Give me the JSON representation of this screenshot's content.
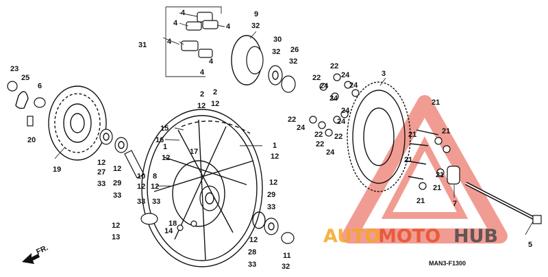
{
  "diagram_code": "MAN3-F1300",
  "direction_label": "FR.",
  "watermark": {
    "word1": "AUTO",
    "word2": "MOTO",
    "word3": "HUB",
    "color_primary": "#f5a623",
    "color_accent": "#e8502d",
    "color_dark": "#4a4a4a",
    "triangle_color": "#e74c3c"
  },
  "callouts": [
    {
      "id": "c23",
      "text": "23"
    },
    {
      "id": "c25",
      "text": "25"
    },
    {
      "id": "c6",
      "text": "6"
    },
    {
      "id": "c20",
      "text": "20"
    },
    {
      "id": "c19",
      "text": "19"
    },
    {
      "id": "c12a",
      "text": "12"
    },
    {
      "id": "c27",
      "text": "27"
    },
    {
      "id": "c33a",
      "text": "33"
    },
    {
      "id": "c12b",
      "text": "12"
    },
    {
      "id": "c29a",
      "text": "29"
    },
    {
      "id": "c33b",
      "text": "33"
    },
    {
      "id": "c10",
      "text": "10"
    },
    {
      "id": "c12c",
      "text": "12"
    },
    {
      "id": "c33c",
      "text": "33"
    },
    {
      "id": "c8",
      "text": "8"
    },
    {
      "id": "c12d",
      "text": "12"
    },
    {
      "id": "c33d",
      "text": "33"
    },
    {
      "id": "c12e",
      "text": "12"
    },
    {
      "id": "c13",
      "text": "13"
    },
    {
      "id": "c18",
      "text": "18"
    },
    {
      "id": "c14",
      "text": "14"
    },
    {
      "id": "c2a",
      "text": "2"
    },
    {
      "id": "c12f",
      "text": "12"
    },
    {
      "id": "c2b",
      "text": "2"
    },
    {
      "id": "c12g",
      "text": "12"
    },
    {
      "id": "c15",
      "text": "15"
    },
    {
      "id": "c16",
      "text": "16"
    },
    {
      "id": "c1a",
      "text": "1"
    },
    {
      "id": "c12h",
      "text": "12"
    },
    {
      "id": "c17",
      "text": "17"
    },
    {
      "id": "c1b",
      "text": "1"
    },
    {
      "id": "c12i",
      "text": "12"
    },
    {
      "id": "c12j",
      "text": "12"
    },
    {
      "id": "c29b",
      "text": "29"
    },
    {
      "id": "c33e",
      "text": "33"
    },
    {
      "id": "c12k",
      "text": "12"
    },
    {
      "id": "c28",
      "text": "28"
    },
    {
      "id": "c33f",
      "text": "33"
    },
    {
      "id": "c11",
      "text": "11"
    },
    {
      "id": "c32a",
      "text": "32"
    },
    {
      "id": "c31",
      "text": "31"
    },
    {
      "id": "c4a",
      "text": "4"
    },
    {
      "id": "c4b",
      "text": "4"
    },
    {
      "id": "c4c",
      "text": "4"
    },
    {
      "id": "c4d",
      "text": "4"
    },
    {
      "id": "c4e",
      "text": "4"
    },
    {
      "id": "c4f",
      "text": "4"
    },
    {
      "id": "c9",
      "text": "9"
    },
    {
      "id": "c32b",
      "text": "32"
    },
    {
      "id": "c30",
      "text": "30"
    },
    {
      "id": "c32c",
      "text": "32"
    },
    {
      "id": "c26",
      "text": "26"
    },
    {
      "id": "c32d",
      "text": "32"
    },
    {
      "id": "c3",
      "text": "3"
    },
    {
      "id": "c22a",
      "text": "22"
    },
    {
      "id": "c22b",
      "text": "22"
    },
    {
      "id": "c24a",
      "text": "24"
    },
    {
      "id": "c24b",
      "text": "24"
    },
    {
      "id": "c24c",
      "text": "24"
    },
    {
      "id": "c24d",
      "text": "24"
    },
    {
      "id": "c22c",
      "text": "22"
    },
    {
      "id": "c24e",
      "text": "24"
    },
    {
      "id": "c24f",
      "text": "24"
    },
    {
      "id": "c22d",
      "text": "22"
    },
    {
      "id": "c24g",
      "text": "24"
    },
    {
      "id": "c22e",
      "text": "22"
    },
    {
      "id": "c22f",
      "text": "22"
    },
    {
      "id": "c24h",
      "text": "24"
    },
    {
      "id": "c21a",
      "text": "21"
    },
    {
      "id": "c21b",
      "text": "21"
    },
    {
      "id": "c21c",
      "text": "21"
    },
    {
      "id": "c21d",
      "text": "21"
    },
    {
      "id": "c21e",
      "text": "21"
    },
    {
      "id": "c21f",
      "text": "21"
    },
    {
      "id": "c21g",
      "text": "21"
    },
    {
      "id": "c7",
      "text": "7"
    },
    {
      "id": "c5",
      "text": "5"
    }
  ]
}
